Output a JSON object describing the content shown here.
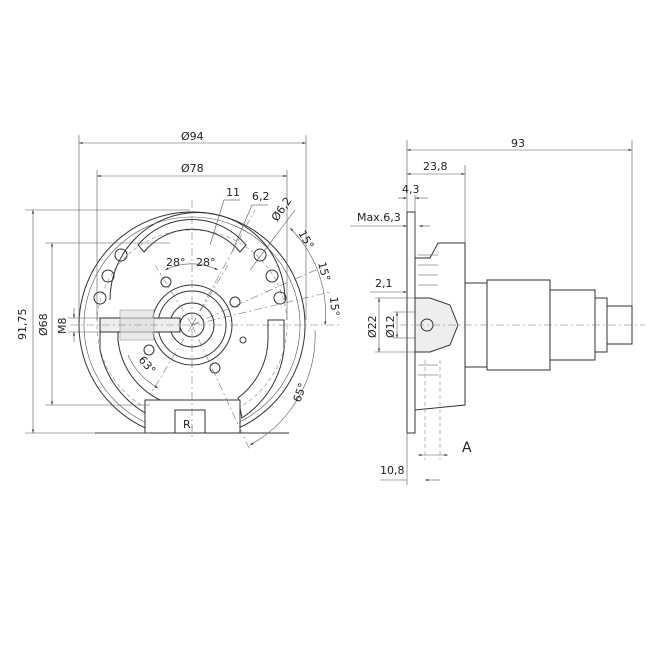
{
  "front_view": {
    "dims": {
      "d94": "Ø94",
      "d78": "Ø78",
      "w11": "11",
      "w62": "6,2",
      "hole": "Ø6,2",
      "a15a": "15°",
      "a15b": "15°",
      "a15c": "15°",
      "a28l": "28°",
      "a28r": "28°",
      "m8": "M8",
      "d68": "Ø68",
      "h9175": "91,75",
      "a63": "63°",
      "a65": "65°"
    },
    "mark": "R."
  },
  "side_view": {
    "dims": {
      "l93": "93",
      "l238": "23,8",
      "l43": "4,3",
      "max63": "Max.6,3",
      "l21": "2,1",
      "d22": "Ø22",
      "d12": "Ø12",
      "a": "A",
      "l108": "10,8"
    }
  }
}
